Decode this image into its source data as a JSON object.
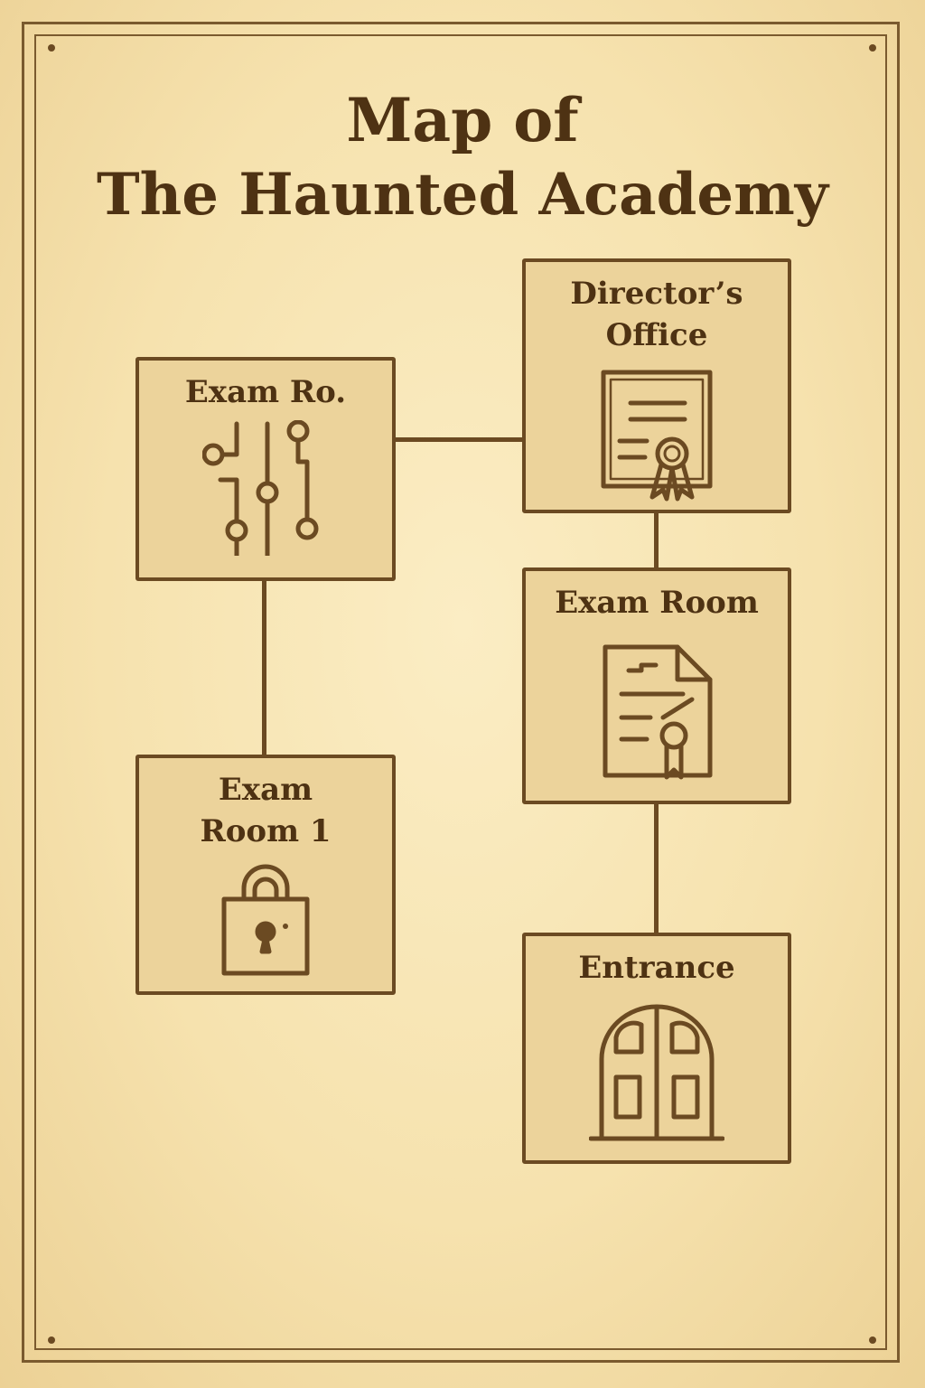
{
  "map": {
    "title_line1": "Map of",
    "title_line2": "The Haunted Academy"
  },
  "rooms": [
    {
      "id": "exam-ro",
      "label": "Exam Ro.",
      "icon": "circuit-icon"
    },
    {
      "id": "directors-office",
      "label": "Director’s\nOffice",
      "icon": "certificate-icon"
    },
    {
      "id": "exam-room",
      "label": "Exam Room",
      "icon": "document-seal-icon"
    },
    {
      "id": "exam-room-1",
      "label": "Exam\nRoom 1",
      "icon": "padlock-icon"
    },
    {
      "id": "entrance",
      "label": "Entrance",
      "icon": "door-icon"
    }
  ],
  "colors": {
    "ink": "#6b4a22",
    "title": "#4e3213",
    "room_fill": "#ecd39b",
    "parchment": "#f6e3b0"
  }
}
